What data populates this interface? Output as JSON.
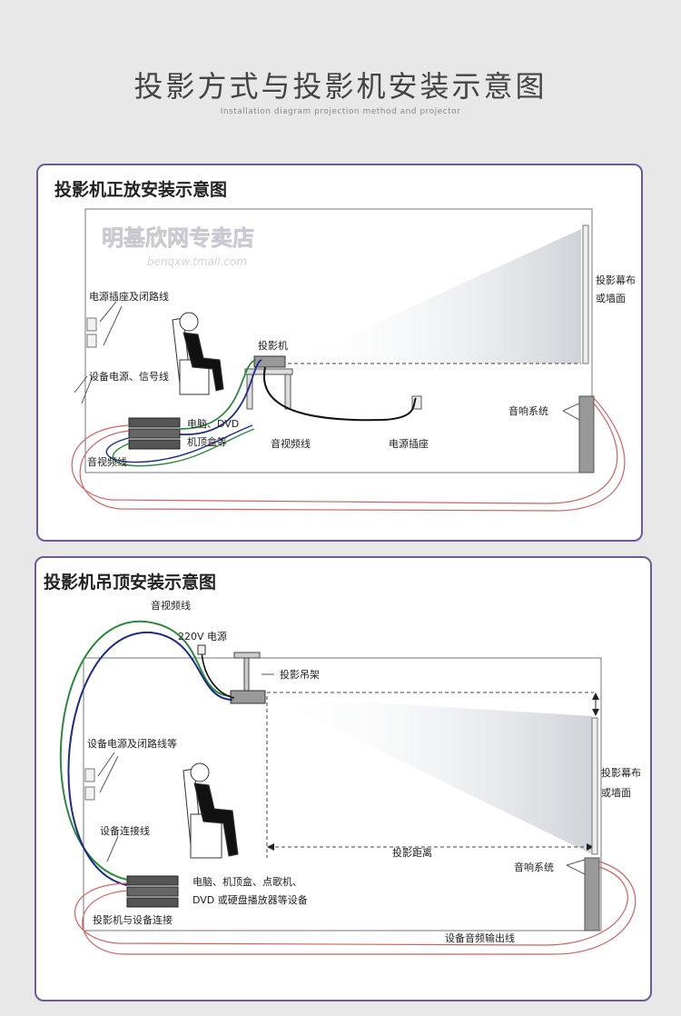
{
  "header": {
    "title": "投影方式与投影机安装示意图",
    "subtitle": "Installation diagram projection method and projector"
  },
  "watermark": {
    "brand": "明基欣网专卖店",
    "url": "benqxw.tmall.com"
  },
  "panel1": {
    "title": "投影机正放安装示意图",
    "labels": {
      "power_socket_loop": "电源插座及闭路线",
      "equipment_power_signal": "设备电源、信号线",
      "projector": "投影机",
      "screen_line1": "投影幕布",
      "screen_line2": "或墙面",
      "sound_system": "音响系统",
      "pc_dvd_line1": "电脑、DVD",
      "pc_dvd_line2": "机顶盒等",
      "av_cable_right": "音视频线",
      "av_cable_left": "音视频线",
      "power_outlet": "电源插座"
    }
  },
  "panel2": {
    "title": "投影机吊顶安装示意图",
    "labels": {
      "av_cable": "音视频线",
      "power_220v": "220V 电源",
      "ceiling_mount": "投影吊架",
      "equipment_power_loop": "设备电源及闭路线等",
      "screen_line1": "投影幕布",
      "screen_line2": "或墙面",
      "connection_cable": "设备连接线",
      "throw_distance": "投影距离",
      "sound_system": "音响系统",
      "devices_line1": "电脑、机顶盒、点歌机、",
      "devices_line2": "DVD 或硬盘播放器等设备",
      "projector_device_link": "投影机与设备连接",
      "audio_output": "设备音频输出线"
    }
  }
}
